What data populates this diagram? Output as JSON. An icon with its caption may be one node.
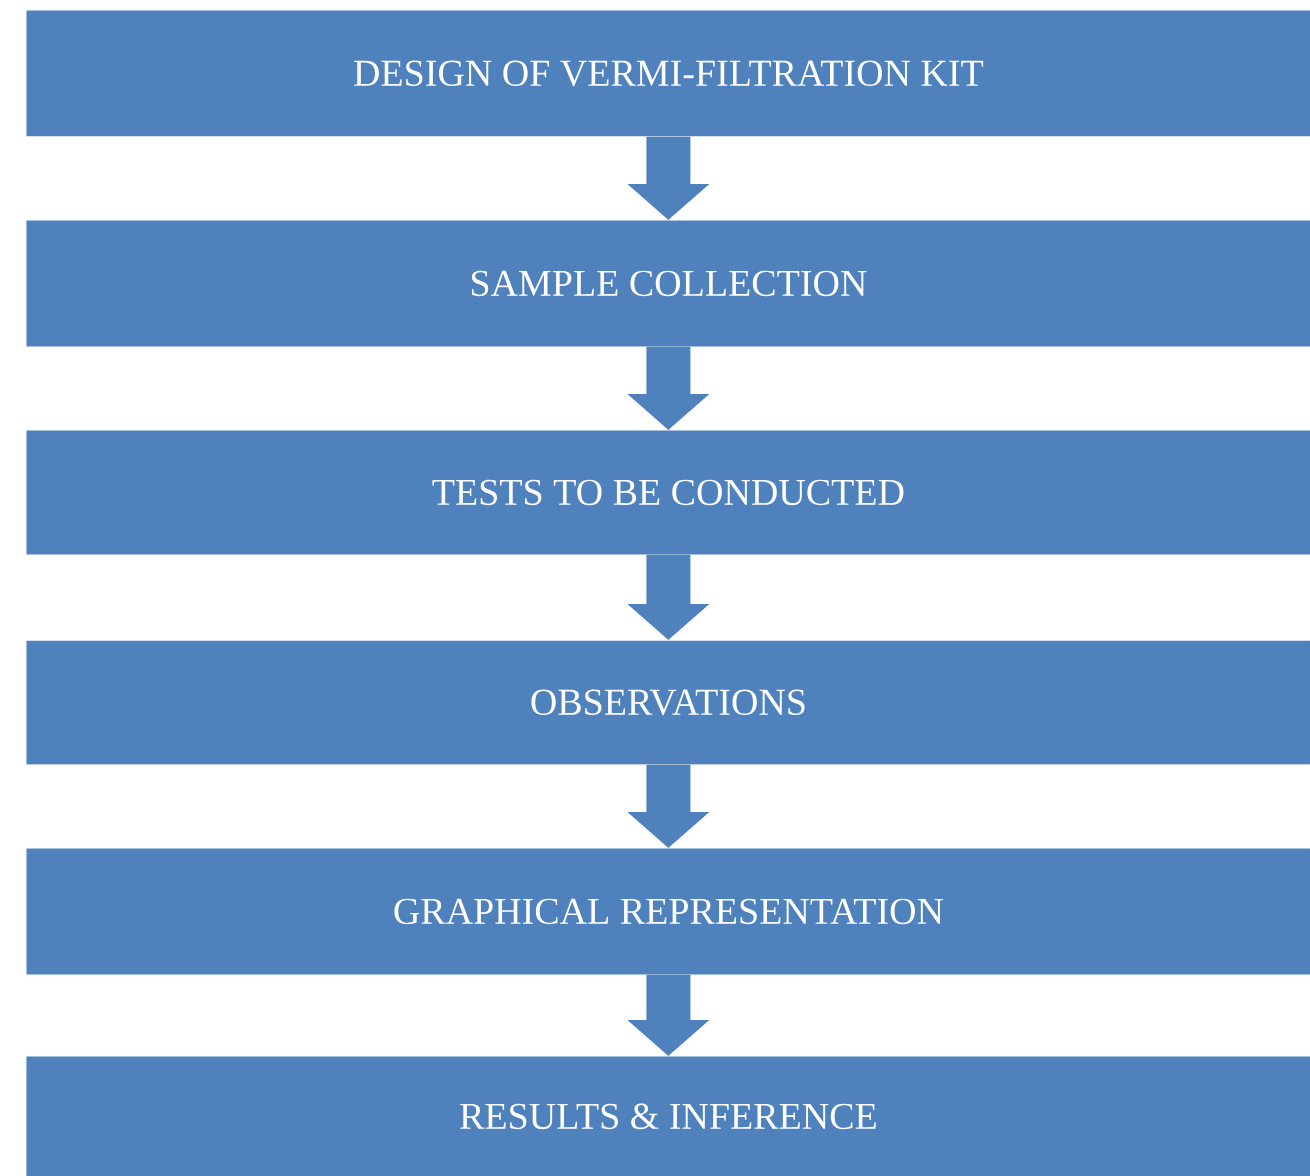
{
  "diagram": {
    "nodes": [
      {
        "text": [
          "DESIGN OF VERMI-FILTRATION KIT"
        ]
      },
      {
        "text": [
          "SAMPLE COLLECTION"
        ]
      },
      {
        "text": [
          "TESTS TO BE CONDUCTED"
        ]
      },
      {
        "text": [
          "OBSERVATIONS"
        ]
      },
      {
        "text": [
          "GRAPHICAL REPRESENTATION"
        ]
      },
      {
        "text": [
          "RESULTS & INFERENCE"
        ]
      }
    ],
    "edges": [
      {
        "from": 0,
        "to": 1,
        "arrow": "to"
      },
      {
        "from": 1,
        "to": 2,
        "arrow": "to"
      },
      {
        "from": 2,
        "to": 3,
        "arrow": "to"
      },
      {
        "from": 3,
        "to": 4,
        "arrow": "to"
      },
      {
        "from": 4,
        "to": 5,
        "arrow": "to"
      }
    ]
  }
}
